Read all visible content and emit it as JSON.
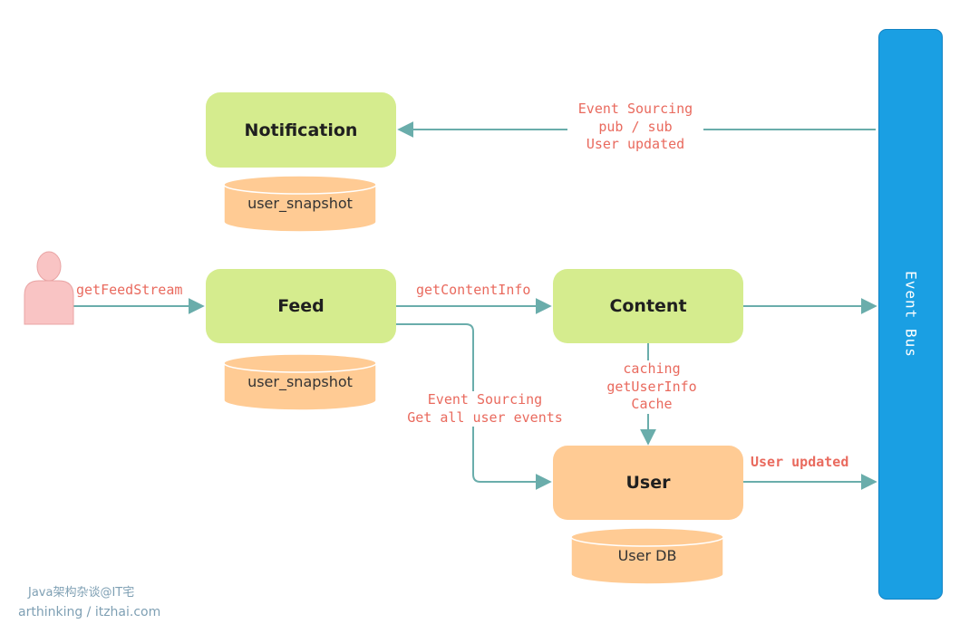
{
  "nodes": {
    "notification": {
      "label": "Notification",
      "color": "#d5ec8e"
    },
    "feed": {
      "label": "Feed",
      "color": "#d5ec8e"
    },
    "content": {
      "label": "Content",
      "color": "#d5ec8e"
    },
    "user": {
      "label": "User",
      "color": "#ffcb94"
    }
  },
  "databases": {
    "notification_db": {
      "label": "user_snapshot"
    },
    "feed_db": {
      "label": "user_snapshot"
    },
    "user_db": {
      "label": "User DB"
    }
  },
  "event_bus": {
    "label": "Event Bus",
    "color": "#1a9fe3"
  },
  "edges": {
    "bus_to_notification": [
      "Event Sourcing",
      "pub / sub",
      "User updated"
    ],
    "actor_to_feed": "getFeedStream",
    "feed_to_content": "getContentInfo",
    "feed_to_user": [
      "Event Sourcing",
      "Get all user events"
    ],
    "content_to_user": [
      "caching",
      "getUserInfo",
      "Cache"
    ],
    "user_to_bus": "User updated"
  },
  "colors": {
    "arrow": "#6aadab",
    "edge_label": "#e96a5e",
    "actor": "#f9c4c4"
  },
  "watermark": {
    "line1": "Java架构杂谈@IT宅",
    "line2": "arthinking / itzhai.com"
  }
}
